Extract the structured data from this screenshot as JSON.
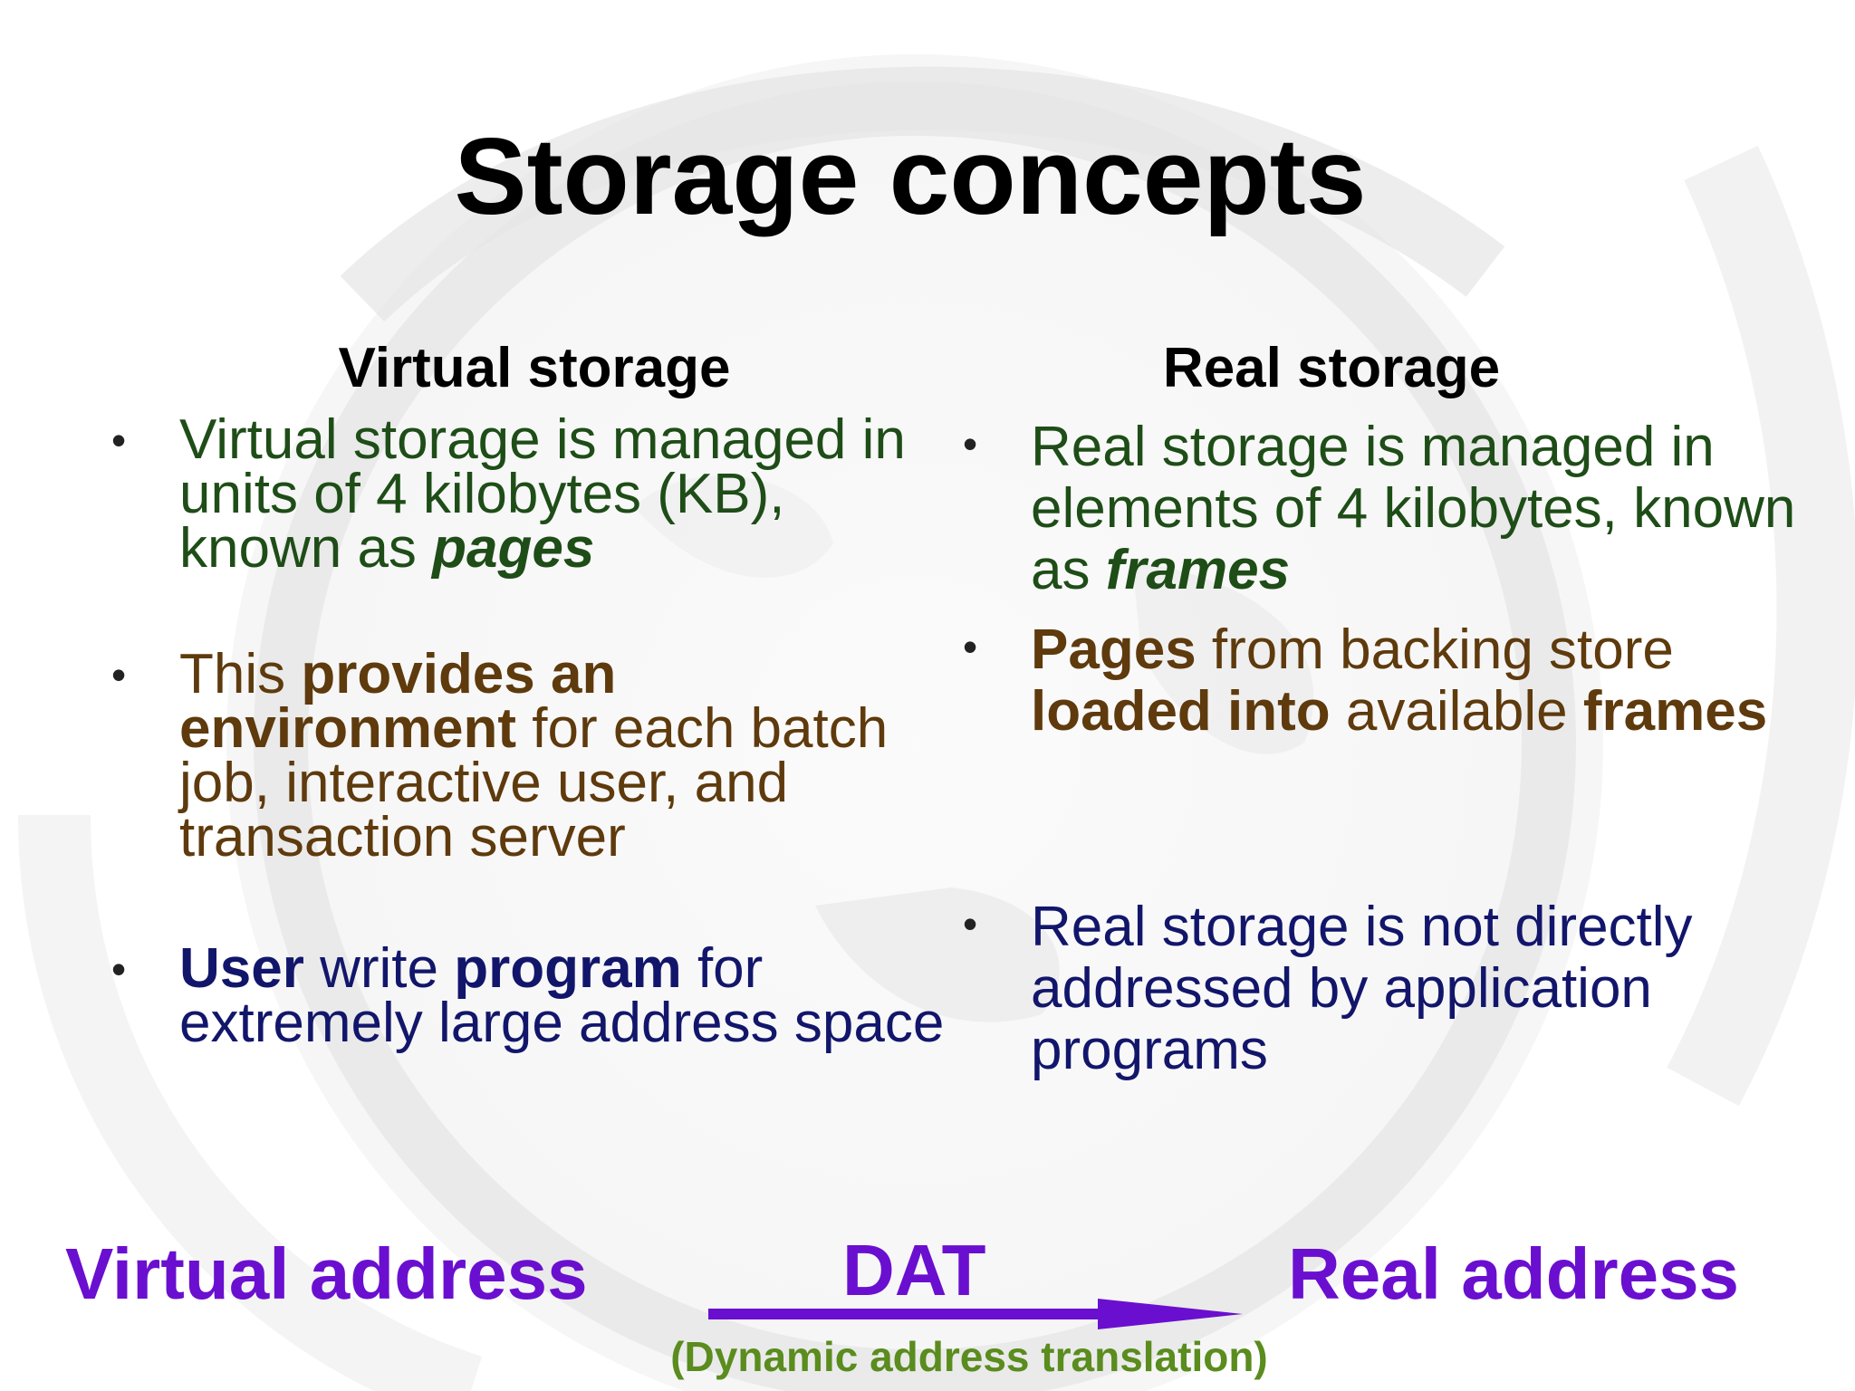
{
  "title": "Storage concepts",
  "left_column": {
    "heading": "Virtual storage",
    "bullets": [
      {
        "p1": "Virtual storage is managed in units of 4 kilobytes (KB), known as ",
        "p2": "pages"
      },
      {
        "p1": "This ",
        "p2": "provides an environment",
        "p3": " for each batch job, interactive user, and transaction server"
      },
      {
        "p1": "User",
        "p2": " write ",
        "p3": "program",
        "p4": " for extremely large address space"
      }
    ]
  },
  "right_column": {
    "heading": "Real storage",
    "bullets": [
      {
        "p1": "Real storage is managed in elements of 4 kilobytes, known as ",
        "p2": "frames"
      },
      {
        "p1": "Pages",
        "p2": " from backing store ",
        "p3": "loaded into",
        "p4": " available ",
        "p5": "frames"
      },
      {
        "p1": "Real storage is not directly addressed by application programs"
      }
    ]
  },
  "bullet_char": "•",
  "flow": {
    "virtual_address": "Virtual address",
    "dat": "DAT",
    "dat_expansion": "(Dynamic address translation)",
    "real_address": "Real address"
  },
  "colors": {
    "title": "#000000",
    "green_text": "#1e4d17",
    "brown_text": "#5e3a0d",
    "navy_text": "#12166b",
    "purple_accent": "#6a0fcf",
    "olive_green": "#5a8c1e"
  }
}
